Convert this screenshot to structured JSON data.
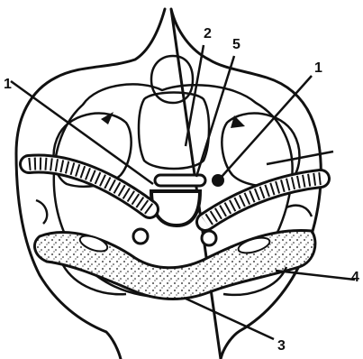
{
  "figure": {
    "labels": [
      {
        "id": "1a",
        "text": "1"
      },
      {
        "id": "2",
        "text": "2"
      },
      {
        "id": "5",
        "text": "5"
      },
      {
        "id": "1b",
        "text": "1"
      },
      {
        "id": "3",
        "text": "3"
      },
      {
        "id": "4",
        "text": "4"
      }
    ],
    "colors": {
      "ink": "#111111",
      "paper": "#ffffff"
    }
  }
}
